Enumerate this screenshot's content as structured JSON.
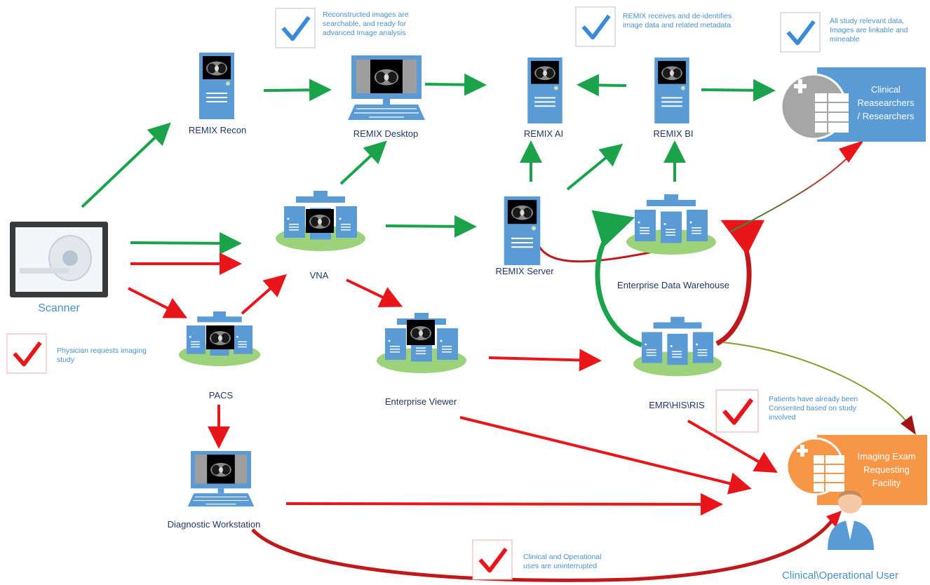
{
  "nodes": {
    "scanner": "Scanner",
    "remix_recon": "REMIX  Recon",
    "remix_desktop": "REMIX  Desktop",
    "remix_ai": "REMIX  AI",
    "remix_bi": "REMIX  BI",
    "remix_server": "REMIX  Server",
    "vna": "VNA",
    "pacs": "PACS",
    "enterprise_viewer": "Enterprise   Viewer",
    "enterprise_dw": "Enterprise   Data Warehouse",
    "emr": "EMR\\HIS\\RIS",
    "diagnostic_ws": "Diagnostic  Workstation",
    "researchers": "Clinical\nReasearchers\n/ Researchers",
    "imaging_facility": "Imaging  Exam\nRequesting\nFacility",
    "user": "Clinical\\Operational   User"
  },
  "notes": {
    "reconstructed": "Reconstructed  images are\nsearchable, and ready for\nadvanced  Image analysis",
    "deidentify": "REMIX receives and de-identifies\nimage data and related metadata",
    "linkable": "All study  relevant data,\nImages are linkable and\nmineable",
    "physician": "Physician requests imaging\nstudy",
    "consented": "Patients have already been\nConsented  based on study\ninvolved",
    "uninterrupted": "Clinical and Operational\nuses are uninterrupted"
  },
  "colors": {
    "green": "#1aa34a",
    "red": "#e8161b",
    "blue": "#5b9bd5",
    "orange": "#f79646",
    "note_text": "#4a90c8",
    "label_text": "#1f3864",
    "platform": "#9bd27a"
  },
  "icons": [
    "check-icon",
    "server-icon",
    "desktop-icon",
    "server-cluster-icon",
    "scanner-icon",
    "user-icon",
    "clipboard-icon"
  ]
}
